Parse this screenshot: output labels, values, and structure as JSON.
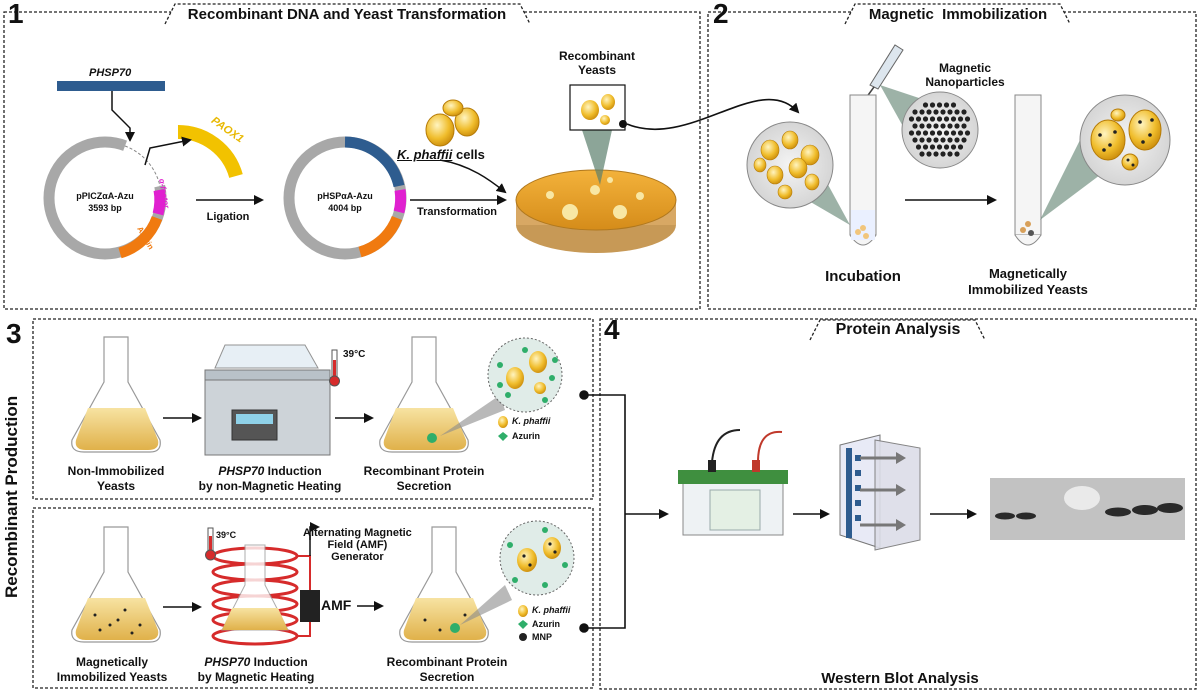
{
  "panels": {
    "p1": {
      "number": "1",
      "title": "Recombinant DNA and Yeast Transformation"
    },
    "p2": {
      "number": "2",
      "title": "Magnetic  Immobilization"
    },
    "p3": {
      "number": "3",
      "title": "Recombinant Production"
    },
    "p4": {
      "number": "4",
      "title": "Protein Analysis"
    }
  },
  "p1": {
    "promoter_hsp70": "PHSP70",
    "promoter_aox1": "PAOX1",
    "plasmid1_name": "pPICZαA-Azu",
    "plasmid1_size": "3593 bp",
    "plasmid2_name": "pHSPαA-Azu",
    "plasmid2_size": "4004 bp",
    "alpha_factor": "α-factor",
    "azurin": "Azurin",
    "ligation": "Ligation",
    "kphaffii_italic": "K. phaffii",
    "kphaffii_cells": " cells",
    "transformation": "Transformation",
    "recombinant_yeasts": "Recombinant\nYeasts"
  },
  "p2": {
    "magnetic_np": "Magnetic\nNanoparticles",
    "incubation": "Incubation",
    "immobilized": "Magnetically\nImmobilized Yeasts"
  },
  "p3": {
    "non_immobilized": "Non-Immobilized\nYeasts",
    "phsp70_italic": "PHSP70",
    "induction_nonmag_1": " Induction",
    "induction_nonmag_2": "by non-Magnetic Heating",
    "temp1": "39°C",
    "secretion1": "Recombinant Protein\nSecretion",
    "legend_kphaffii": "K. phaffii",
    "legend_azurin": "Azurin",
    "mag_immobilized": "Magnetically\nImmobilized Yeasts",
    "temp2": "39°C",
    "amf_generator": "Alternating Magnetic\nField (AMF)\nGenerator",
    "amf": "AMF",
    "induction_mag_2": "by Magnetic Heating",
    "secretion2": "Recombinant Protein\nSecretion",
    "legend_mnp": "MNP"
  },
  "p4": {
    "western_blot": "Western Blot Analysis"
  },
  "colors": {
    "dashed_border": "#222222",
    "plasmid_gray": "#a8a8a8",
    "promoter_blue": "#2e5c8f",
    "aox_yellow": "#f2c200",
    "alpha_magenta": "#e020d0",
    "azurin_orange": "#f07a10",
    "yeast_gold": "#e9b425",
    "azurin_green": "#2fae6a",
    "coil_red": "#d62b2b",
    "blot_green": "#3f8f3f"
  }
}
